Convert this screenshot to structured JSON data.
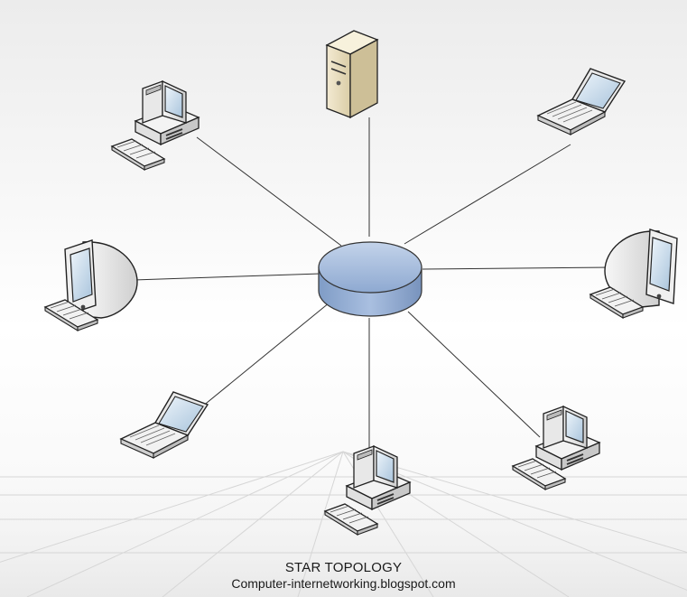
{
  "caption": {
    "title": "STAR TOPOLOGY",
    "subtitle": "Computer-internetworking.blogspot.com"
  },
  "diagram": {
    "topology": "star",
    "hub": {
      "kind": "hub",
      "name": "hub-icon"
    },
    "nodes": [
      {
        "id": "server-top",
        "icon": "server-icon"
      },
      {
        "id": "desktop-top-left",
        "icon": "desktop-computer-icon"
      },
      {
        "id": "laptop-top-right",
        "icon": "laptop-icon"
      },
      {
        "id": "crt-left",
        "icon": "crt-monitor-icon"
      },
      {
        "id": "crt-right",
        "icon": "crt-monitor-icon"
      },
      {
        "id": "laptop-bottom-left",
        "icon": "laptop-icon"
      },
      {
        "id": "desktop-bottom",
        "icon": "desktop-computer-icon"
      },
      {
        "id": "desktop-bottom-right",
        "icon": "desktop-computer-icon"
      }
    ],
    "edges": [
      [
        "hub",
        "server-top"
      ],
      [
        "hub",
        "desktop-top-left"
      ],
      [
        "hub",
        "laptop-top-right"
      ],
      [
        "hub",
        "crt-left"
      ],
      [
        "hub",
        "crt-right"
      ],
      [
        "hub",
        "laptop-bottom-left"
      ],
      [
        "hub",
        "desktop-bottom"
      ],
      [
        "hub",
        "desktop-bottom-right"
      ]
    ]
  }
}
